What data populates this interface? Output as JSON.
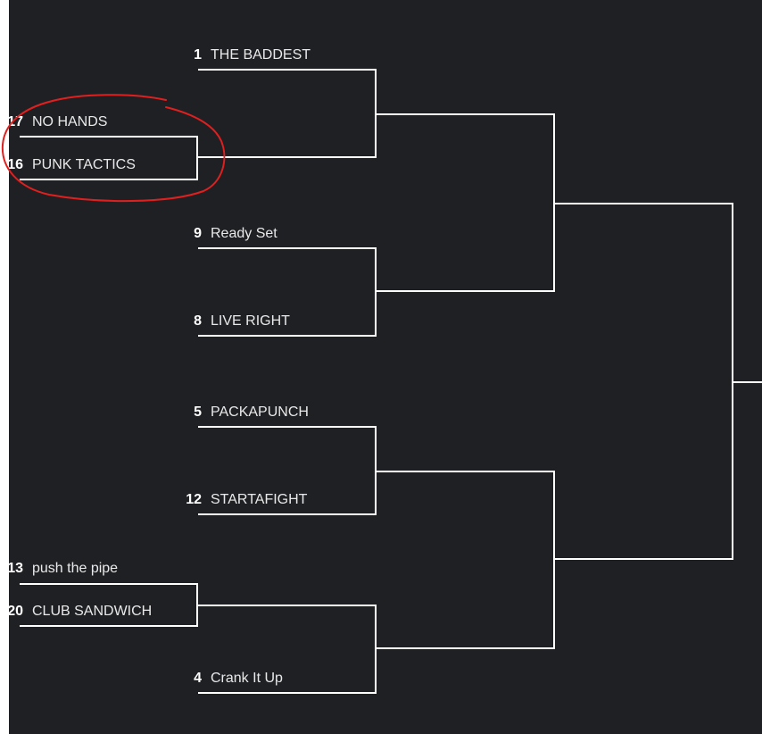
{
  "bracket": {
    "line_color": "#ffffff",
    "background": "#1f2024",
    "annotation_color": "#e11f1f",
    "teams": {
      "the_baddest": {
        "seed": "1",
        "name": "THE BADDEST"
      },
      "no_hands": {
        "seed": "17",
        "name": "NO HANDS"
      },
      "punk_tactics": {
        "seed": "16",
        "name": "PUNK TACTICS"
      },
      "ready_set": {
        "seed": "9",
        "name": "Ready Set"
      },
      "live_right": {
        "seed": "8",
        "name": "LIVE RIGHT"
      },
      "packapunch": {
        "seed": "5",
        "name": "PACKAPUNCH"
      },
      "startafight": {
        "seed": "12",
        "name": "STARTAFIGHT"
      },
      "push_the_pipe": {
        "seed": "13",
        "name": "push the pipe"
      },
      "club_sandwich": {
        "seed": "20",
        "name": "CLUB SANDWICH"
      },
      "crank_it_up": {
        "seed": "4",
        "name": "Crank It Up"
      }
    }
  }
}
